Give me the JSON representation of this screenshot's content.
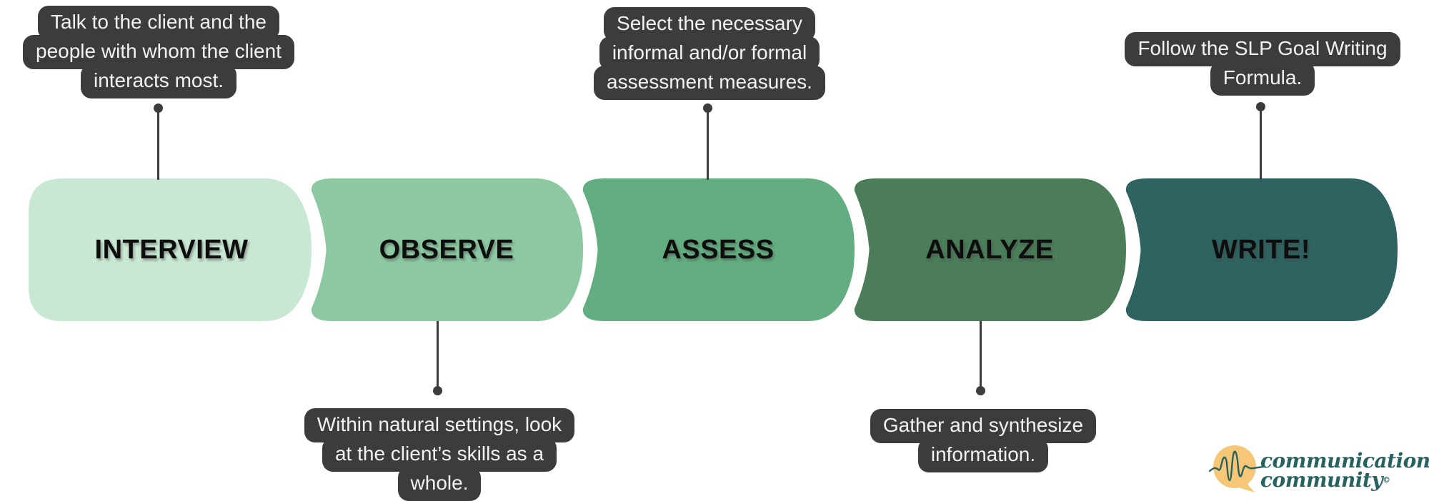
{
  "diagram": {
    "type": "process-flow",
    "background": "#ffffff"
  },
  "steps": [
    {
      "label": "INTERVIEW",
      "color": "#c9e8d3"
    },
    {
      "label": "OBSERVE",
      "color": "#8cc8a1"
    },
    {
      "label": "ASSESS",
      "color": "#63ae80"
    },
    {
      "label": "ANALYZE",
      "color": "#4a7d58"
    },
    {
      "label": "WRITE!",
      "color": "#2e6361"
    }
  ],
  "callouts": [
    {
      "step": "INTERVIEW",
      "position": "top",
      "lines": [
        "Talk to the client and the",
        "people with whom the client",
        "interacts most."
      ]
    },
    {
      "step": "OBSERVE",
      "position": "bottom",
      "lines": [
        "Within natural settings, look",
        "at the client’s skills as a",
        "whole."
      ]
    },
    {
      "step": "ASSESS",
      "position": "top",
      "lines": [
        "Select the necessary",
        "informal and/or formal",
        "assessment measures."
      ]
    },
    {
      "step": "ANALYZE",
      "position": "bottom",
      "lines": [
        "Gather and synthesize",
        "information."
      ]
    },
    {
      "step": "WRITE!",
      "position": "top",
      "lines": [
        "Follow the SLP Goal Writing",
        "Formula."
      ]
    }
  ],
  "callout_style": {
    "bubble_color": "#3c3c3c",
    "text_color": "#f2f2f2"
  },
  "connector_style": {
    "color": "#3c3c3c"
  },
  "logo": {
    "word1": "communication",
    "word2": "community",
    "mark": "©",
    "bubble_color": "#f7c778",
    "wave_color": "#2a6260",
    "text_color": "#266260"
  }
}
